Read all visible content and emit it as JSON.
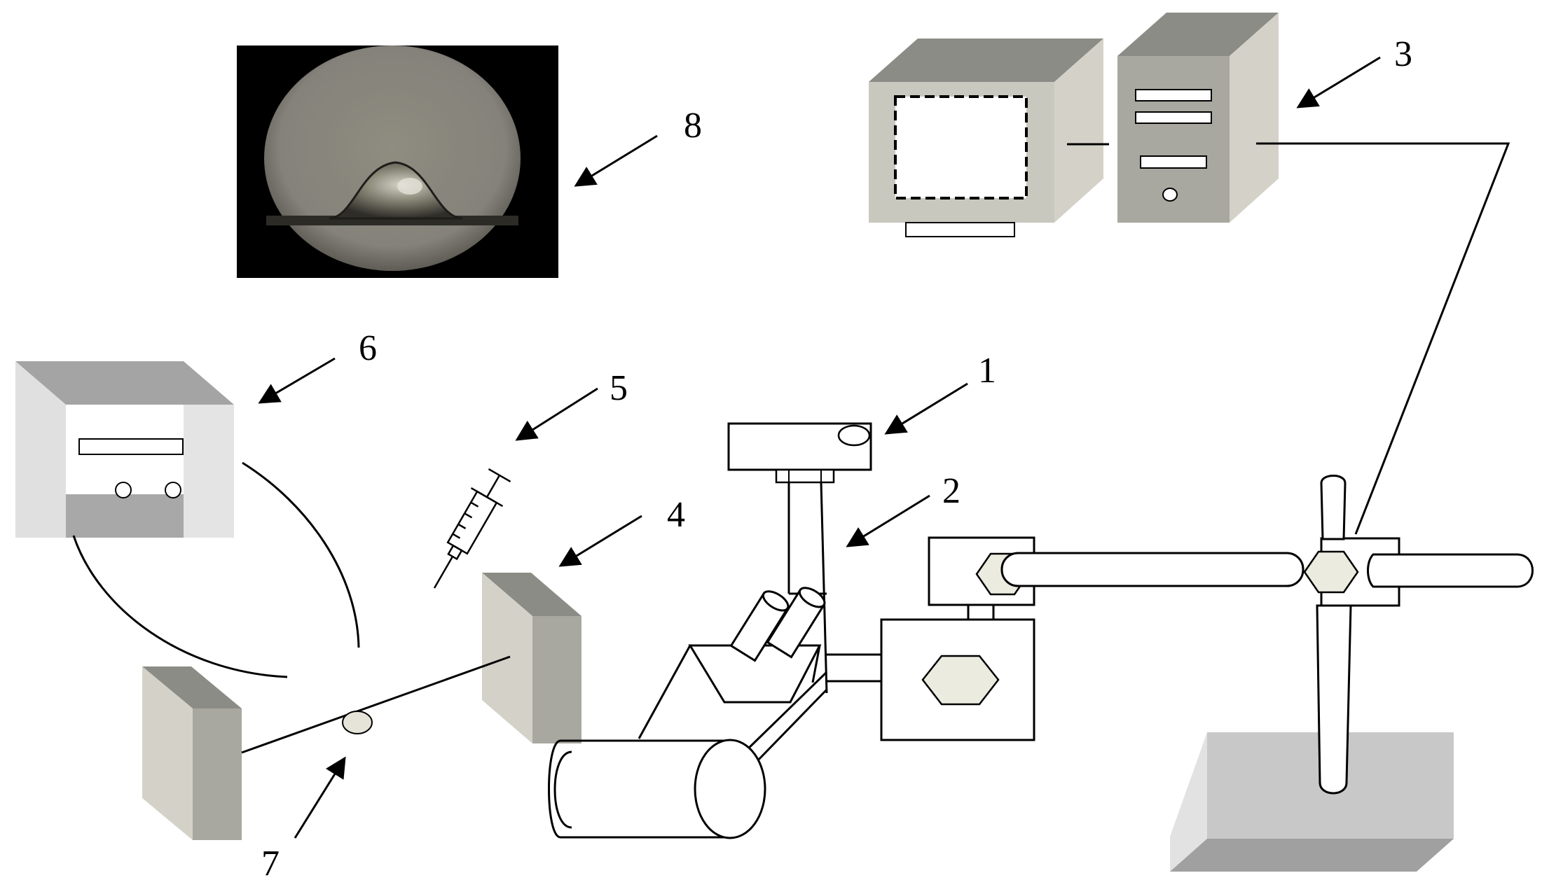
{
  "diagram": {
    "labels": {
      "n1": "1",
      "n2": "2",
      "n3": "3",
      "n4": "4",
      "n5": "5",
      "n6": "6",
      "n7": "7",
      "n8": "8"
    },
    "colors": {
      "line": "#000000",
      "box_light": "#d4d2c8",
      "box_dark": "#a8a8a0",
      "box_top": "#8e8e88",
      "monitor_front": "#c8c8be",
      "supply_top": "#a4a4a4",
      "supply_side": "#e0e0e0",
      "supply_bottom": "#a8a8a8",
      "base_front": "#c8c8c8",
      "base_side": "#e2e2e2",
      "base_bottom": "#a0a0a0",
      "hex_fill": "#ecebe0",
      "photo_bg": "#000000",
      "photo_disk": "#8c8a7c"
    },
    "icons": [
      "camera-icon",
      "microscope-icon",
      "computer-monitor-icon",
      "computer-tower-icon",
      "syringe-icon",
      "electrode-plate-icon",
      "power-supply-icon",
      "droplet-icon",
      "droplet-photo"
    ]
  }
}
